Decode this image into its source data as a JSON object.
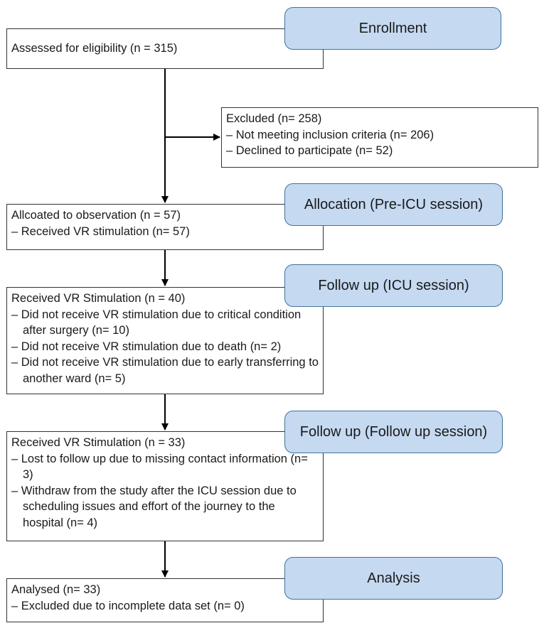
{
  "stages": {
    "enrollment": "Enrollment",
    "allocation": "Allocation (Pre-ICU session)",
    "followup_icu": "Follow up (ICU session)",
    "followup_session": "Follow up (Follow up session)",
    "analysis": "Analysis"
  },
  "boxes": {
    "assessed": {
      "title": "Assessed for eligibility (n = 315)"
    },
    "excluded": {
      "title": "Excluded (n= 258)",
      "items": [
        "– Not meeting inclusion criteria  (n=  206)",
        "– Declined to participate (n=  52)"
      ]
    },
    "allocated": {
      "title": "Allcoated to observation (n = 57)",
      "items": [
        "– Received VR stimulation (n= 57)"
      ]
    },
    "icu": {
      "title": "Received VR Stimulation (n = 40)",
      "items": [
        "– Did not receive VR stimulation due to critical condition after surgery (n= 10)",
        "– Did not receive VR stimulation due to death (n= 2)",
        "– Did not receive VR stimulation due to early transferring to another ward (n= 5)"
      ]
    },
    "followup": {
      "title": "Received VR Stimulation (n = 33)",
      "items": [
        "– Lost to follow up due to missing contact information (n= 3)",
        "– Withdraw from the study after the ICU session due to scheduling issues and effort of the journey to the hospital (n= 4)"
      ]
    },
    "analysed": {
      "title": "Analysed (n= 33)",
      "items": [
        "– Excluded due to incomplete data set (n= 0)"
      ]
    }
  }
}
